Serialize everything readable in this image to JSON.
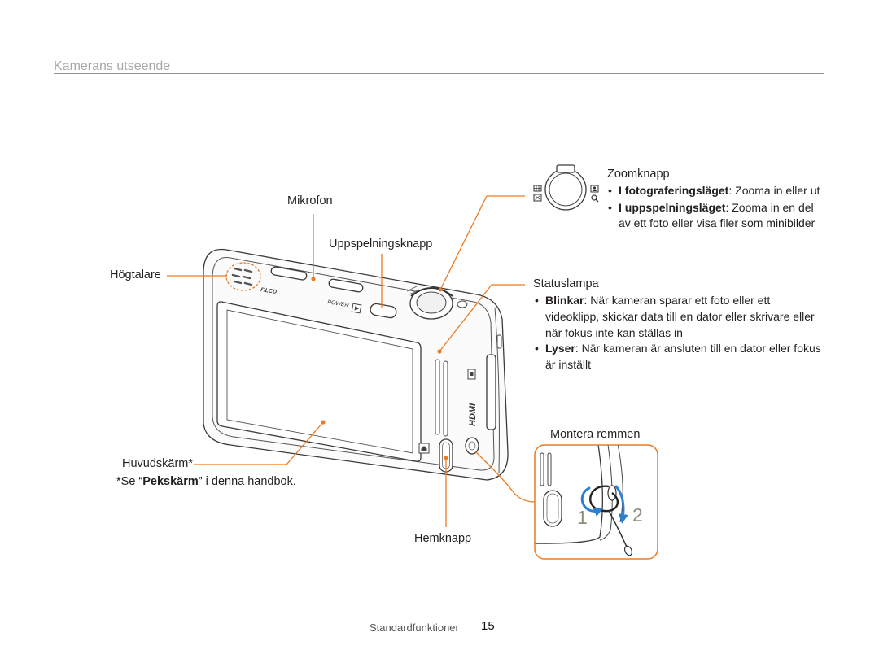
{
  "header": {
    "title": "Kamerans utseende"
  },
  "labels": {
    "zoom": "Zoomknapp",
    "microphone": "Mikrofon",
    "playback": "Uppspelningsknapp",
    "speaker": "Högtalare",
    "status_lamp": "Statuslampa",
    "strap": "Montera remmen",
    "main_screen": "Huvudskärm*",
    "home": "Hemknapp"
  },
  "zoom_bullets": [
    {
      "term": "I fotograferingsläget",
      "lines": [
        ": Zooma in eller ut"
      ]
    },
    {
      "term": "I uppspelningsläget",
      "lines": [
        ": Zooma in en del",
        "av ett foto eller visa filer som minibilder"
      ]
    }
  ],
  "status_bullets": [
    {
      "term": "Blinkar",
      "lines": [
        ": När kameran sparar ett foto eller ett",
        "videoklipp, skickar data till en dator eller skrivare eller",
        "när fokus inte kan ställas in"
      ]
    },
    {
      "term": "Lyser",
      "lines": [
        ": När kameran är ansluten till en dator eller fokus",
        "är inställt"
      ]
    }
  ],
  "footnote": {
    "prefix": "*Se “",
    "term": "Pekskärm",
    "suffix": "” i denna handbok."
  },
  "camera_markings": {
    "lcd": "F.LCD",
    "power": "POWER",
    "hdmi": "HDMI"
  },
  "strap_steps": [
    "1",
    "2"
  ],
  "footer": {
    "section": "Standardfunktioner",
    "page": "15"
  },
  "colors": {
    "callout": "#ec7a21",
    "arrow": "#2f7fd1",
    "header_text": "#a8a8a8"
  },
  "icons": [
    "thumbnail-grid-icon",
    "slideshow-icon",
    "portrait-icon",
    "magnifier-icon",
    "playback-icon",
    "home-icon",
    "battery-door-icon"
  ]
}
